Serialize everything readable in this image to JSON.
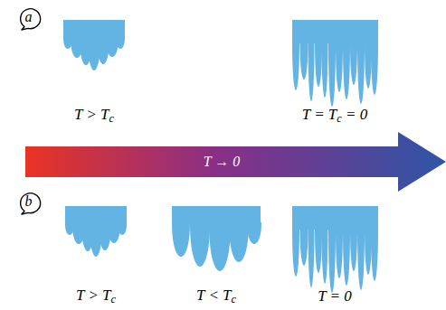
{
  "diagram": {
    "nodes": [
      {
        "text": [
          "a"
        ]
      },
      {
        "text": [
          "T → 0"
        ]
      },
      {
        "text": [
          "b"
        ]
      }
    ],
    "labels": [
      "T > Tc",
      "T = Tc = 0",
      "T > Tc",
      "T < Tc",
      "T = 0"
    ]
  }
}
